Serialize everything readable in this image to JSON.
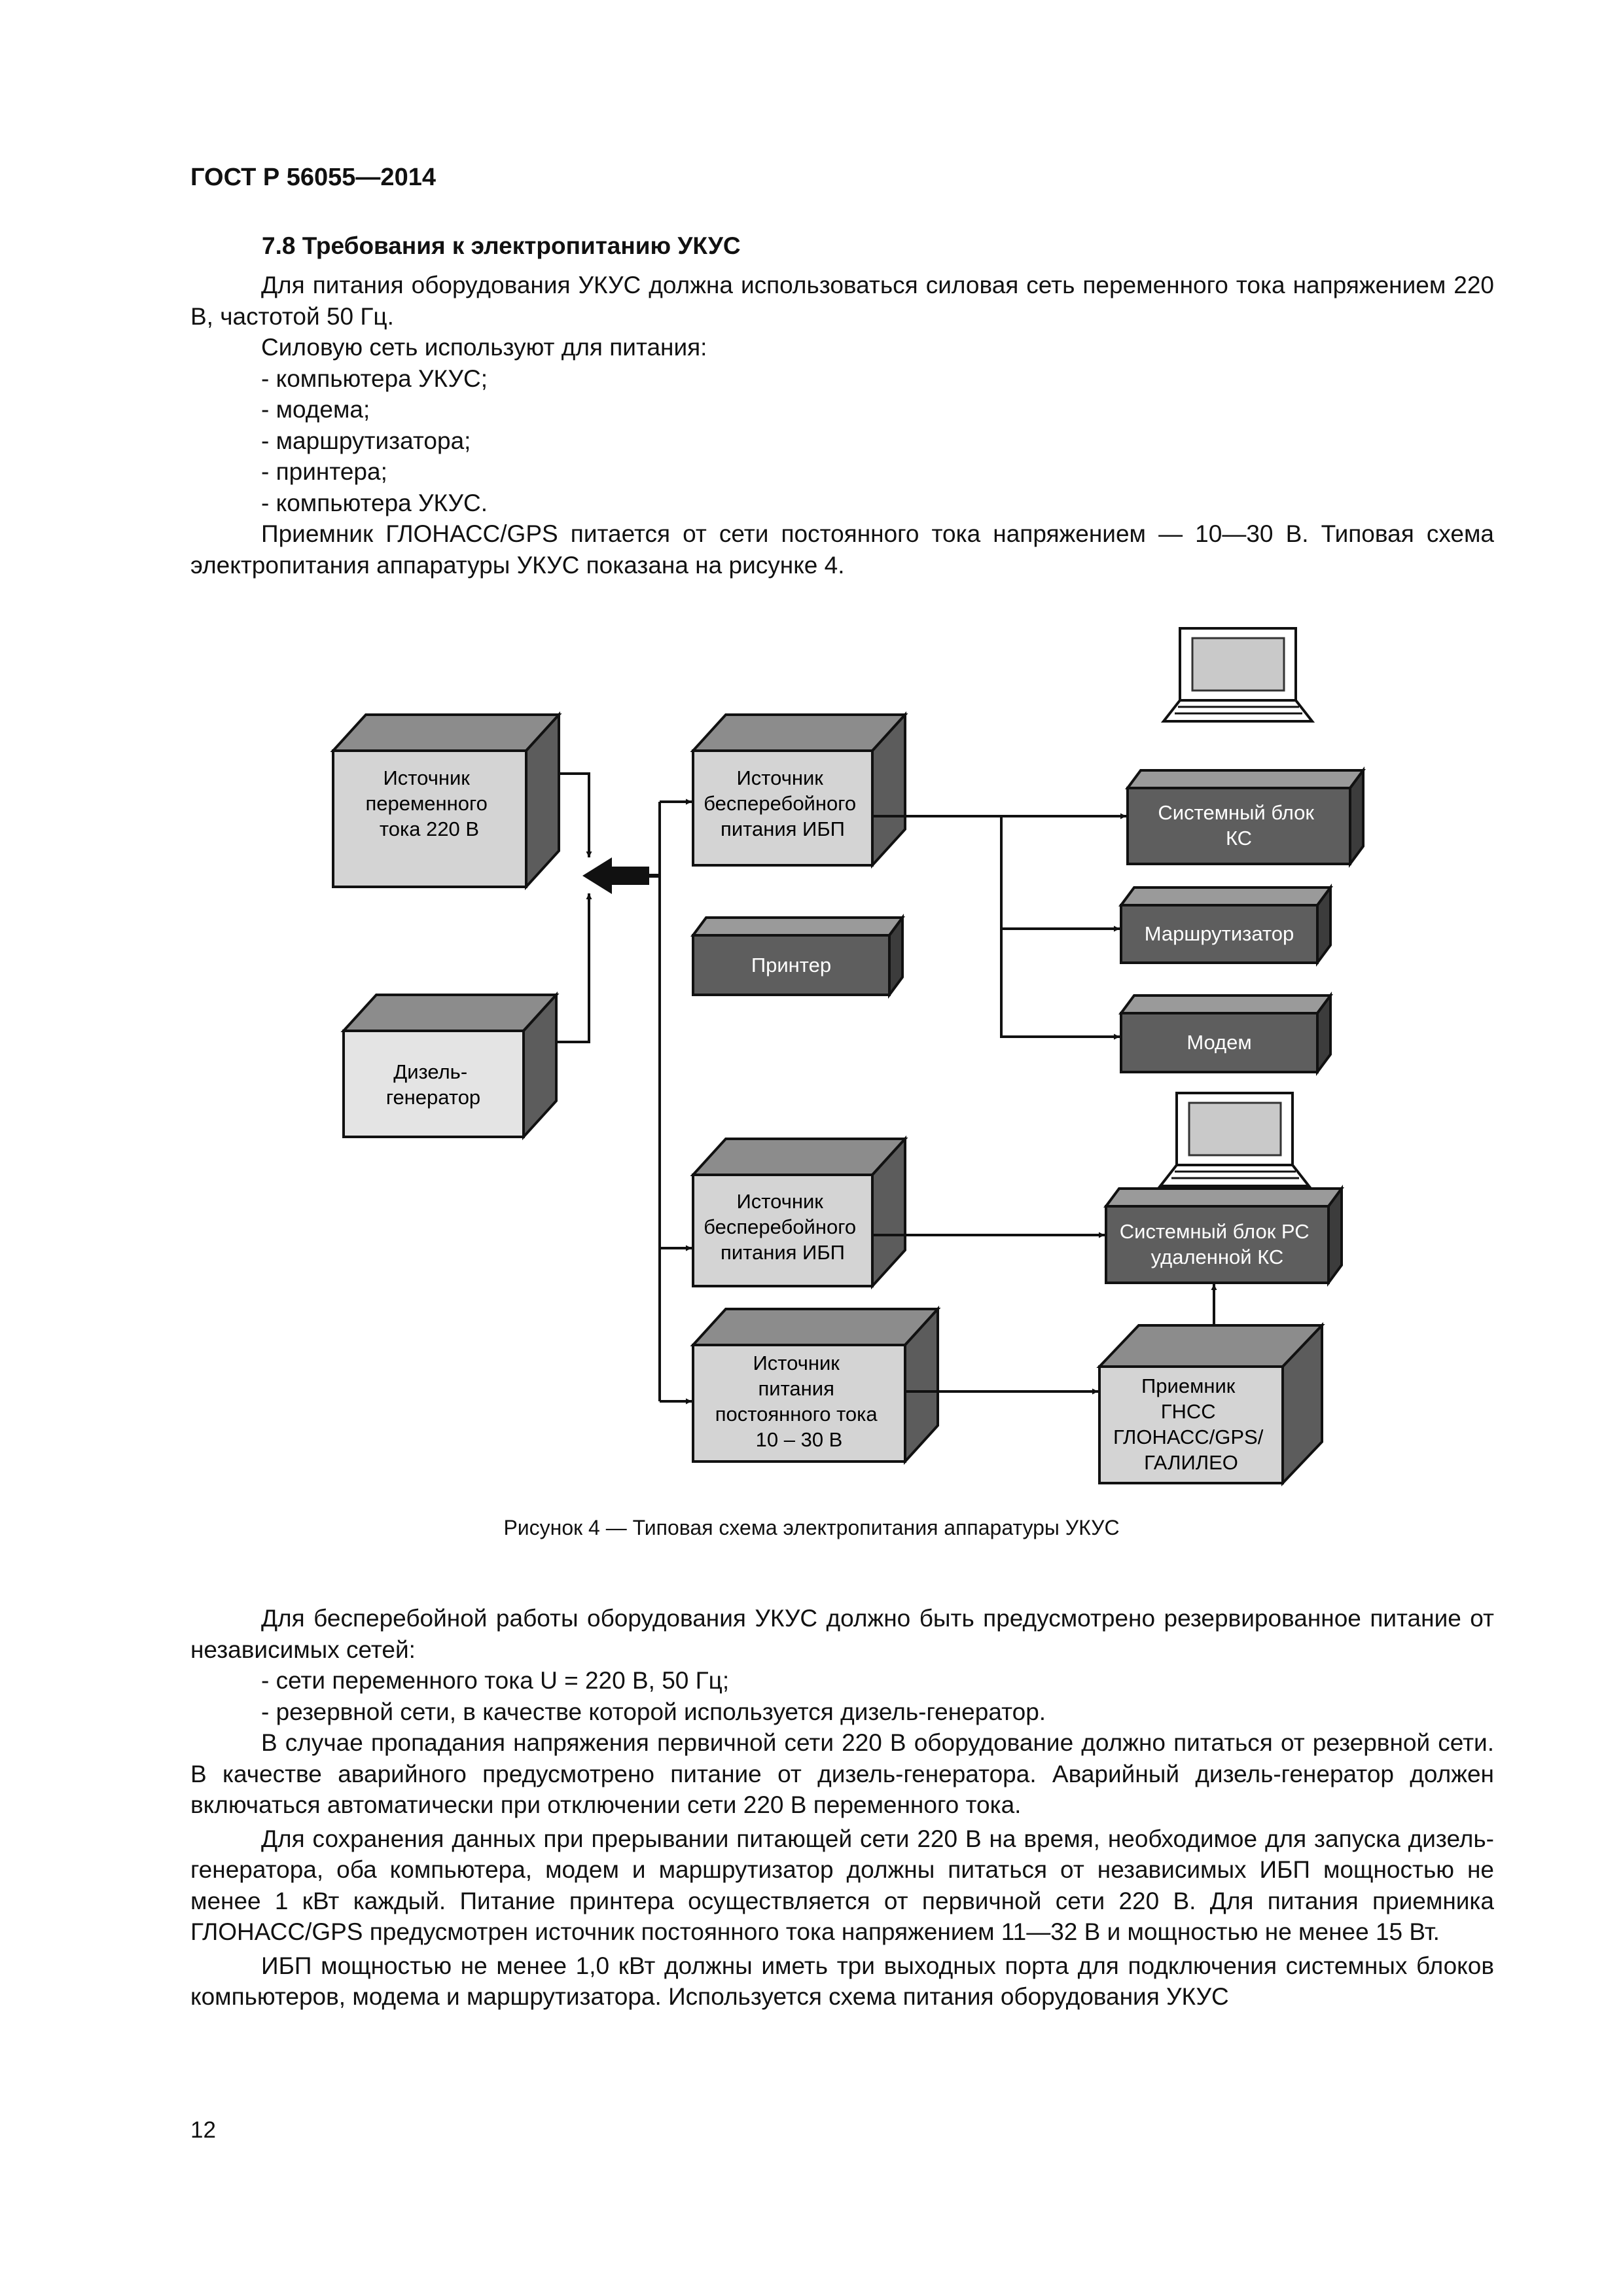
{
  "header": {
    "title": "ГОСТ Р 56055—2014"
  },
  "section": {
    "title": "7.8  Требования к электропитанию УКУС"
  },
  "intro": {
    "p1": "Для питания оборудования УКУС должна использоваться силовая сеть переменного тока напряжением 220 В, частотой 50 Гц.",
    "p2": "Силовую сеть используют для питания:",
    "items": [
      "- компьютера УКУС;",
      "- модема;",
      "- маршрутизатора;",
      "- принтера;",
      "- компьютера УКУС."
    ],
    "p3": "Приемник ГЛОНАСС/GPS питается от сети постоянного тока напряжением — 10—30 В. Типовая схема электропитания аппаратуры УКУС показана на рисунке 4."
  },
  "diagram": {
    "ac_source": [
      "Источник",
      "переменного",
      "тока 220 В"
    ],
    "diesel": [
      "Дизель-",
      "генератор"
    ],
    "ups1": [
      "Источник",
      "бесперебойного",
      "питания ИБП"
    ],
    "printer": [
      "Принтер"
    ],
    "sysblock_ks": [
      "Системный блок",
      "КС"
    ],
    "router": [
      "Маршрутизатор"
    ],
    "modem": [
      "Модем"
    ],
    "ups2": [
      "Источник",
      "бесперебойного",
      "питания ИБП"
    ],
    "sysblock_remote": [
      "Системный блок РС",
      "удаленной КС"
    ],
    "dc_source": [
      "Источник",
      "питания",
      "постоянного тока",
      "10 – 30 В"
    ],
    "gnss": [
      "Приемник",
      "ГНСС",
      "ГЛОНАСС/GPS/",
      "ГАЛИЛЕО"
    ],
    "caption": "Рисунок 4 — Типовая схема электропитания аппаратуры УКУС"
  },
  "body": {
    "p1": "Для бесперебойной работы оборудования УКУС должно быть предусмотрено резервированное питание от независимых сетей:",
    "item1": "- сети переменного тока U = 220 В, 50 Гц;",
    "item2": "- резервной сети, в качестве которой используется дизель-генератор.",
    "p2": "В случае пропадания напряжения первичной сети 220 В оборудование должно питаться от резервной сети. В качестве аварийного предусмотрено питание от дизель-генератора. Аварийный дизель-генератор должен включаться автоматически при отключении сети 220 В переменного тока.",
    "p3": "Для сохранения данных при прерывании питающей сети 220 В на время, необходимое для запуска дизель-генератора, оба компьютера, модем и маршрутизатор должны питаться от независимых ИБП мощностью не менее 1 кВт каждый. Питание принтера осуществляется от первичной сети 220 В. Для питания приемника ГЛОНАСС/GPS предусмотрен источник постоянного тока напряжением 11—32 В и мощностью не менее 15 Вт.",
    "p4": "ИБП мощностью не менее 1,0 кВт должны иметь три выходных порта для подключения системных блоков компьютеров, модема и маршрутизатора. Используется схема питания оборудования УКУС"
  },
  "footer": {
    "page_number": "12"
  }
}
